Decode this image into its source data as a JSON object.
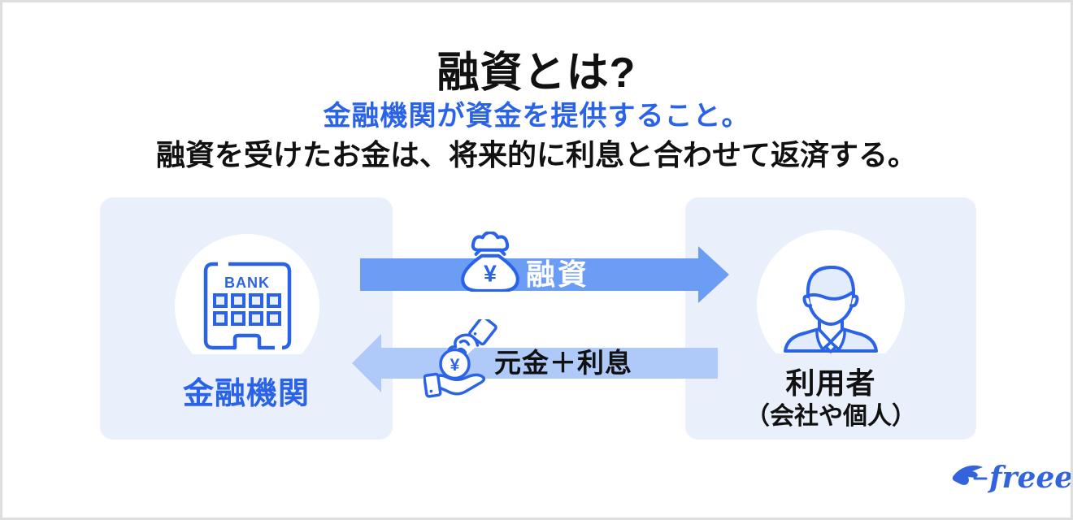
{
  "header": {
    "title": "融資とは?",
    "subtitle": "金融機関が資金を提供すること。",
    "description": "融資を受けたお金は、将来的に利息と合わせて返済する。"
  },
  "diagram": {
    "lender": {
      "label": "金融機関",
      "icon": "bank-building",
      "building_sign": "BANK"
    },
    "borrower": {
      "label": "利用者",
      "sublabel": "（会社や個人）",
      "icon": "business-person"
    },
    "loan_flow": {
      "label": "融資",
      "direction": "left-to-right",
      "icon": "money-bag",
      "currency_symbol": "¥"
    },
    "repayment_flow": {
      "label": "元金＋利息",
      "direction": "right-to-left",
      "icon": "hand-receiving-coin",
      "currency_symbol": "¥"
    }
  },
  "branding": {
    "logo_text": "freee",
    "logo_icon": "swallow-bird"
  },
  "colors": {
    "accent_blue": "#2B63E8",
    "loan_arrow_blue": "#6C9DF5",
    "repayment_arrow_blue": "#AFC9F8",
    "card_background": "#E9F0FC",
    "icon_light_fill": "#E3ECFA",
    "text_dark": "#111111"
  }
}
